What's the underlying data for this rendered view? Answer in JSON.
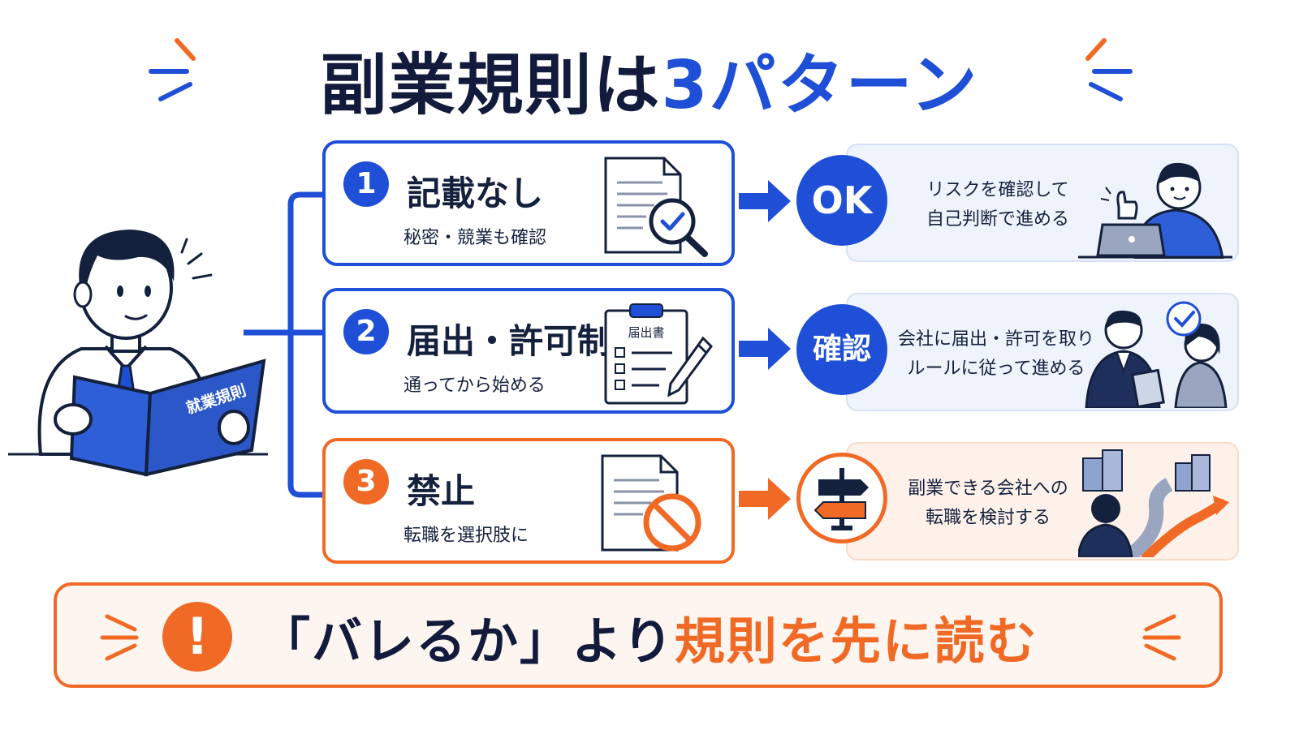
{
  "title": {
    "main": "副業規則は",
    "accent": "3パターン"
  },
  "reader": {
    "book_label": "就業規則"
  },
  "patterns": [
    {
      "number": "1",
      "title": "記載なし",
      "subtitle": "秘密・競業も確認",
      "badge": "OK",
      "result_lines": [
        "リスクを確認して",
        "自己判断で進める"
      ]
    },
    {
      "number": "2",
      "title": "届出・許可制",
      "subtitle": "通ってから始める",
      "icon_label": "届出書",
      "badge": "確認",
      "result_lines": [
        "会社に届出・許可を取り",
        "ルールに従って進める"
      ]
    },
    {
      "number": "3",
      "title": "禁止",
      "subtitle": "転職を選択肢に",
      "result_lines": [
        "副業できる会社への",
        "転職を検討する"
      ]
    }
  ],
  "banner": {
    "alert": "!",
    "dark": "「バレるか」より",
    "accent": "規則を先に読む"
  },
  "icons": {
    "card1": "document-magnifier-check-icon",
    "card2": "clipboard-pen-icon",
    "card3": "document-prohibited-icon",
    "badge3": "signpost-icon",
    "banner": "exclamation-icon"
  },
  "colors": {
    "blue": "#1e4fd6",
    "orange": "#f06a26",
    "navy": "#131b3c"
  }
}
